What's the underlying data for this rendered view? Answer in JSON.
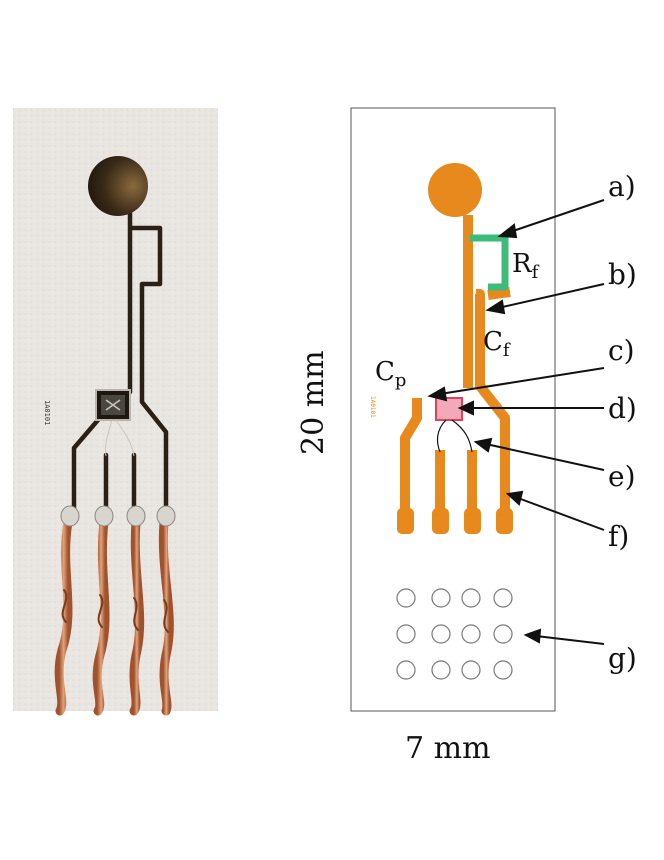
{
  "photo": {
    "chip_marking": "1A0101"
  },
  "schematic": {
    "chip_marking": "1A0101",
    "height_label": "20 mm",
    "width_label": "7 mm",
    "letters": {
      "a": "a)",
      "b": "b)",
      "c": "c)",
      "d": "d)",
      "e": "e)",
      "f": "f)",
      "g": "g)"
    },
    "components": {
      "rf": {
        "main": "R",
        "sub": "f"
      },
      "cf": {
        "main": "C",
        "sub": "f"
      },
      "cp": {
        "main": "C",
        "sub": "p"
      }
    }
  },
  "colors": {
    "trace_orange": "#E8891E",
    "resistor_green": "#3DBB7A",
    "die_pink": "#F2AAB8",
    "die_border": "#E0405A",
    "photo_bg": "#E9E6E2",
    "photo_trace": "#2A2016",
    "copper": "#C77A4A"
  }
}
